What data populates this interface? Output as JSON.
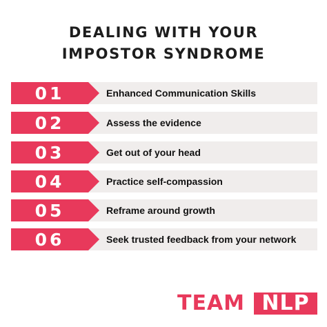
{
  "title": {
    "line1": "DEALING WITH YOUR",
    "line2": "IMPOSTOR SYNDROME"
  },
  "items": [
    {
      "number": "01",
      "label": "Enhanced Communication Skills"
    },
    {
      "number": "02",
      "label": "Assess the evidence"
    },
    {
      "number": "03",
      "label": "Get out of your head"
    },
    {
      "number": "04",
      "label": "Practice self-compassion"
    },
    {
      "number": "05",
      "label": "Reframe around growth"
    },
    {
      "number": "06",
      "label": "Seek trusted feedback from your network"
    }
  ],
  "brand": {
    "part1": "TEAM",
    "part2": "NLP"
  },
  "colors": {
    "accent": "#e8395b",
    "row_background": "#f0edec",
    "text": "#1d1d1d"
  }
}
